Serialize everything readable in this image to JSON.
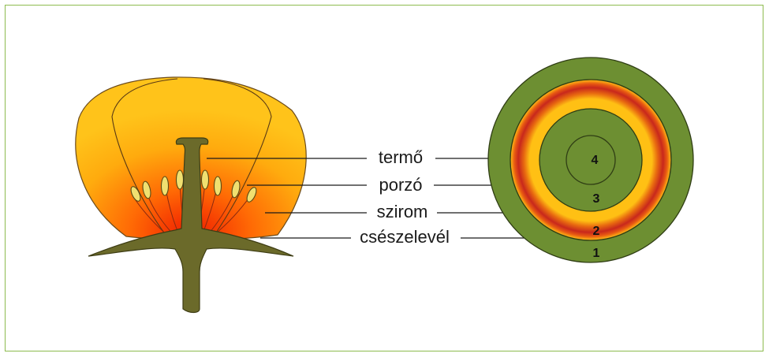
{
  "labels": {
    "termo": "termő",
    "porzo": "porzó",
    "szirom": "szirom",
    "csesze": "csészelevél"
  },
  "rings": {
    "n1": "1",
    "n2": "2",
    "n3": "3",
    "n4": "4"
  },
  "colors": {
    "frame": "#8dbb4f",
    "green": "#6d8f32",
    "stem": "#6b6a2a",
    "petal_orange": "#ffb20e",
    "petal_red": "#f23c00",
    "ring_yellow": "#ffc014",
    "ring_red": "#c8281c"
  }
}
